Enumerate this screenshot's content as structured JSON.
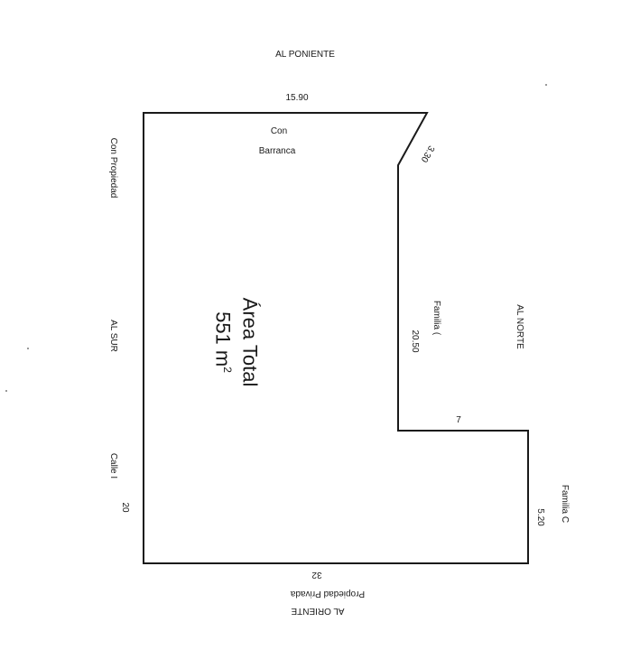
{
  "labels": {
    "al_poniente": "AL PONIENTE",
    "al_oriente": "AL ORIENTE",
    "al_norte": "AL NORTE",
    "al_sur": "AL SUR",
    "con_propiedad": "Con Propiedad",
    "propiedad_privada": "Propiedad Privada",
    "con": "Con",
    "barranca": "Barranca",
    "familia_right": "Familia C",
    "familia_inner": "Familia (",
    "calle": "Calle I"
  },
  "dimensions": {
    "top": "15.90",
    "diagonal": "3.30",
    "inner_vertical": "20.50",
    "inner_horizontal": "7",
    "right_short": "5.20",
    "bottom": "32",
    "left": "20"
  },
  "area": {
    "title": "Área Total",
    "value": "551 m",
    "unit_exponent": "2"
  },
  "colors": {
    "line": "#1a1a1a",
    "background": "#ffffff"
  }
}
